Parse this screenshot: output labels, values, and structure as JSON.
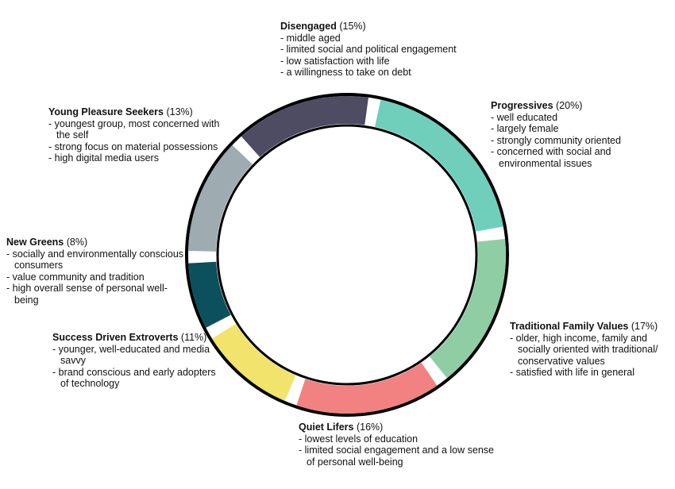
{
  "chart_data": {
    "type": "pie",
    "style": "donut",
    "title": "",
    "unit": "%",
    "segments": [
      {
        "name": "Disengaged",
        "value": 15,
        "value_text": "(15%)",
        "color": "#4e4c63",
        "points": [
          "- middle aged",
          "- limited social and political engagement",
          "- low satisfaction with life",
          "- a willingness to take on debt"
        ]
      },
      {
        "name": "Progressives",
        "value": 20,
        "value_text": "(20%)",
        "color": "#6fcfbb",
        "points": [
          "- well educated",
          "- largely female",
          "- strongly community oriented",
          "- concerned with social and environmental issues"
        ]
      },
      {
        "name": "Traditional Family Values",
        "value": 17,
        "value_text": "(17%)",
        "color": "#8fcea5",
        "points": [
          "- older, high income, family and socially oriented with traditional/ conservative values",
          "- satisfied with life in general"
        ]
      },
      {
        "name": "Quiet Lifers",
        "value": 16,
        "value_text": "(16%)",
        "color": "#f28181",
        "points": [
          "- lowest levels of education",
          "- limited social engagement and a low sense of personal well-being"
        ]
      },
      {
        "name": "Success Driven Extroverts",
        "value": 11,
        "value_text": "(11%)",
        "color": "#f1e36c",
        "points": [
          "- younger, well-educated and media savvy",
          "- brand conscious and early adopters of technology"
        ]
      },
      {
        "name": "New Greens",
        "value": 8,
        "value_text": "(8%)",
        "color": "#0b505c",
        "points": [
          "- socially and environmentally conscious consumers",
          "- value community and tradition",
          "- high overall sense of personal well-being"
        ]
      },
      {
        "name": "Young Pleasure Seekers",
        "value": 13,
        "value_text": "(13%)",
        "color": "#9eabb0",
        "points": [
          "- youngest group, most concerned with the self",
          "- strong focus on material possessions",
          "- high digital media users"
        ]
      }
    ]
  }
}
